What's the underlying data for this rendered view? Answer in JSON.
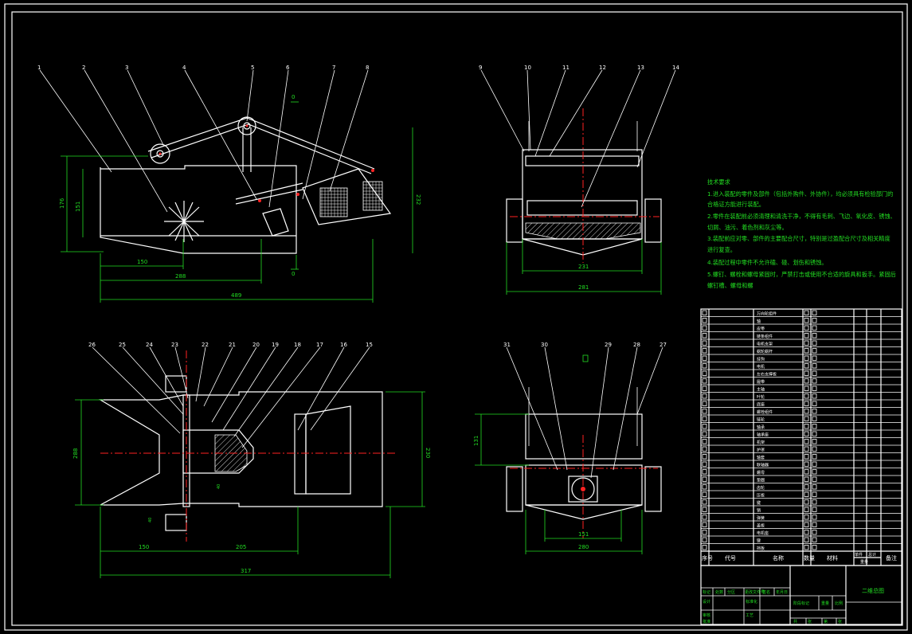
{
  "drawing": {
    "title_block_name": "二维总图",
    "border_color": "#ffffff",
    "dim_color": "#22dd22",
    "centerline_color": "#ff2222"
  },
  "balloons": {
    "top_left": [
      "1",
      "2",
      "3",
      "4",
      "5",
      "6",
      "7",
      "8"
    ],
    "top_right": [
      "9",
      "10",
      "11",
      "12",
      "13",
      "14"
    ],
    "bottom_left": [
      "26",
      "25",
      "24",
      "23",
      "22",
      "21",
      "20",
      "19",
      "18",
      "17",
      "16",
      "15"
    ],
    "bottom_right": [
      "31",
      "30",
      "29",
      "28",
      "27"
    ]
  },
  "dimensions": {
    "tl_h1": "176",
    "tl_h2": "151",
    "tl_h3": "232",
    "tl_w1": "150",
    "tl_w2": "288",
    "tl_w3": "489",
    "tl_section_a": "0",
    "tl_section_b": "0",
    "tr_w1": "231",
    "tr_w2": "281",
    "bl_h1": "288",
    "bl_h2": "230",
    "bl_w1": "150",
    "bl_w2": "205",
    "bl_w3": "317",
    "bl_f1": "40",
    "bl_f2": "40",
    "br_h1": "131",
    "br_w1": "151",
    "br_w2": "280",
    "br_section": "0"
  },
  "notes": {
    "title": "技术要求",
    "lines": [
      "1.进入装配的零件及部件（包括外购件、外协件），均必须具有检验部门的",
      "合格证方能进行装配。",
      "2.零件在装配前必须清理和清洗干净，不得有毛刺、飞边、氧化皮、锈蚀、",
      "切屑、油污、着色剂和灰尘等。",
      "3.装配前应对零、部件的主要配合尺寸，特别是过盈配合尺寸及相关精度",
      "进行复查。",
      "4.装配过程中零件不允许磕、碰、划伤和锈蚀。",
      "5.螺钉、螺栓和螺母紧固时，严禁打击或使用不合适的旋具和扳手。紧固后",
      "螺钉槽、螺母和螺"
    ]
  },
  "parts_table": {
    "rows": [
      "万向轮组件",
      "轴",
      "皮带",
      "链条组件",
      "电机支架",
      "蜗轮蜗杆",
      "挂钩",
      "电机",
      "左右支撑板",
      "履带",
      "主轴",
      "叶轮",
      "底座",
      "螺栓组件",
      "链轮",
      "轴承",
      "轴承座",
      "机架",
      "护罩",
      "轴套",
      "联轴器",
      "螺母",
      "垫圈",
      "齿轮",
      "压板",
      "键",
      "销",
      "弹簧",
      "盖板",
      "电机座",
      "键",
      "挡板"
    ],
    "header": {
      "seq": "序号",
      "code": "代号",
      "name": "名称",
      "qty": "数量",
      "material": "材料",
      "unit_weight": "单件",
      "total_weight": "总计",
      "weight": "重量",
      "remark": "备注"
    },
    "sign_row": [
      "标记",
      "处数",
      "分区",
      "更改文件号",
      "签名",
      "年月日"
    ],
    "sign_row2": [
      "设计",
      "",
      "",
      "标准化",
      ""
    ],
    "stage_row": [
      "阶段标记",
      "重量",
      "比例"
    ],
    "bottom_row": [
      "审核",
      "工艺",
      "批准",
      "共",
      "张",
      "第",
      "张"
    ]
  }
}
